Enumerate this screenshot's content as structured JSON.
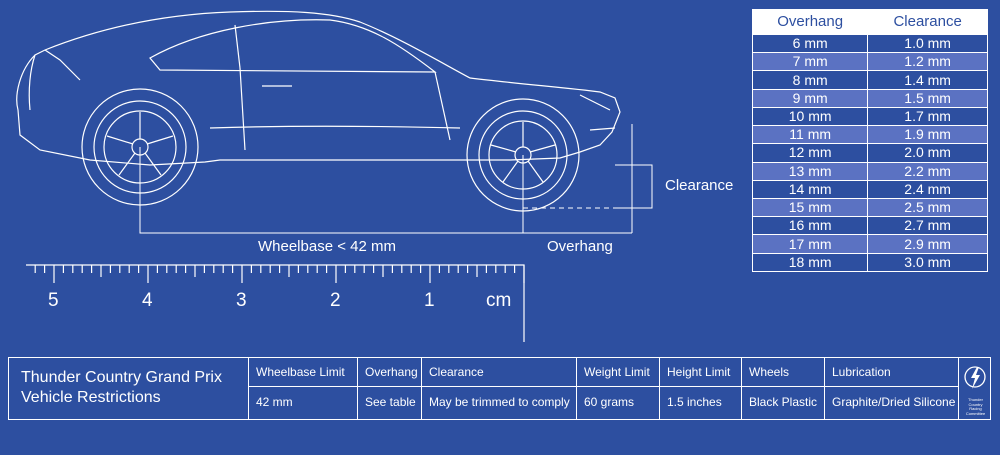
{
  "diagram": {
    "labels": {
      "clearance": "Clearance",
      "wheelbase": "Wheelbase < 42 mm",
      "overhang": "Overhang"
    },
    "ruler": {
      "numbers": [
        "5",
        "4",
        "3",
        "2",
        "1"
      ],
      "unit": "cm"
    }
  },
  "overhang_table": {
    "headers": [
      "Overhang",
      "Clearance"
    ],
    "rows": [
      [
        "6 mm",
        "1.0 mm"
      ],
      [
        "7 mm",
        "1.2 mm"
      ],
      [
        "8 mm",
        "1.4 mm"
      ],
      [
        "9 mm",
        "1.5 mm"
      ],
      [
        "10 mm",
        "1.7 mm"
      ],
      [
        "11 mm",
        "1.9 mm"
      ],
      [
        "12 mm",
        "2.0 mm"
      ],
      [
        "13 mm",
        "2.2 mm"
      ],
      [
        "14 mm",
        "2.4 mm"
      ],
      [
        "15 mm",
        "2.5 mm"
      ],
      [
        "16 mm",
        "2.7 mm"
      ],
      [
        "17 mm",
        "2.9 mm"
      ],
      [
        "18 mm",
        "3.0 mm"
      ]
    ]
  },
  "title_block": {
    "title_line1": "Thunder Country Grand Prix",
    "title_line2": "Vehicle Restrictions",
    "columns": [
      {
        "header": "Wheelbase Limit",
        "value": "42 mm"
      },
      {
        "header": "Overhang",
        "value": "See table"
      },
      {
        "header": "Clearance",
        "value": "May be trimmed to comply"
      },
      {
        "header": "Weight Limit",
        "value": "60 grams"
      },
      {
        "header": "Height Limit",
        "value": "1.5 inches"
      },
      {
        "header": "Wheels",
        "value": "Black Plastic"
      },
      {
        "header": "Lubrication",
        "value": "Graphite/Dried Silicone"
      }
    ],
    "logo_text": [
      "Thunder",
      "Country",
      "Racing",
      "Committee"
    ]
  },
  "colors": {
    "background": "#2d4fa0",
    "line": "#ffffff",
    "table_alt_row": "#5b72c2"
  }
}
